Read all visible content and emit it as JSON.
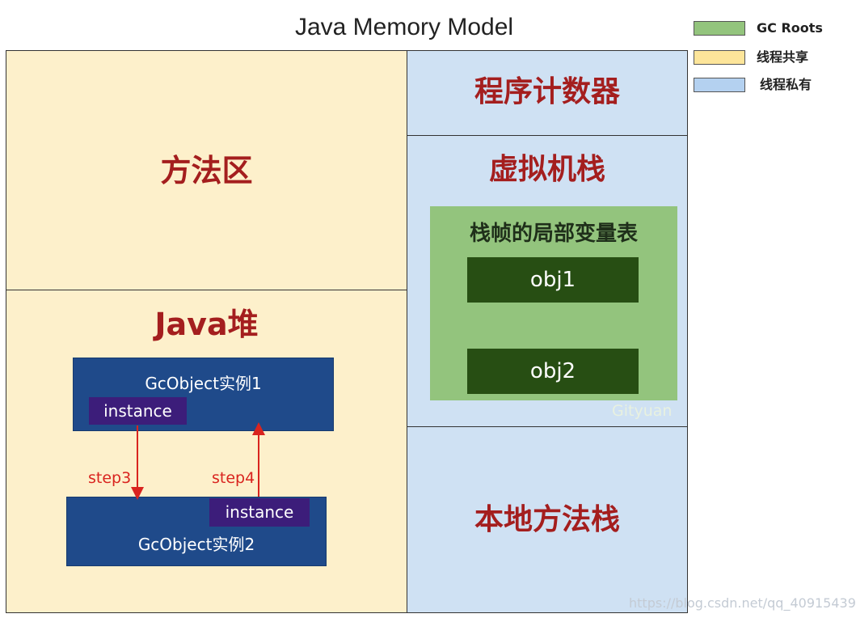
{
  "title": "Java Memory Model",
  "legend": [
    {
      "label": "GC Roots",
      "color": "#93c47d"
    },
    {
      "label": "线程共享",
      "color": "#fde59a"
    },
    {
      "label": "线程私有",
      "color": "#b4d1f0"
    }
  ],
  "regions": {
    "method_area": "方法区",
    "heap": "Java堆",
    "pc_register": "程序计数器",
    "vm_stack": "虚拟机栈",
    "native_stack": "本地方法栈"
  },
  "heap_objects": {
    "obj1": {
      "label": "GcObject实例1",
      "field": "instance"
    },
    "obj2": {
      "label": "GcObject实例2",
      "field": "instance"
    }
  },
  "steps": {
    "step3": "step3",
    "step4": "step4"
  },
  "stack_frame": {
    "label": "栈帧的局部变量表",
    "vars": [
      "obj1",
      "obj2"
    ]
  },
  "watermarks": {
    "author": "Gityuan",
    "url": "https://blog.csdn.net/qq_40915439"
  },
  "colors": {
    "shared": "#fdf0cb",
    "private": "#cfe1f3",
    "gc_root": "#93c47d",
    "object": "#1f4a8a",
    "field": "#3c1d7a",
    "local_var": "#274e13",
    "region_text": "#a41e1e",
    "arrow": "#d9241f"
  }
}
